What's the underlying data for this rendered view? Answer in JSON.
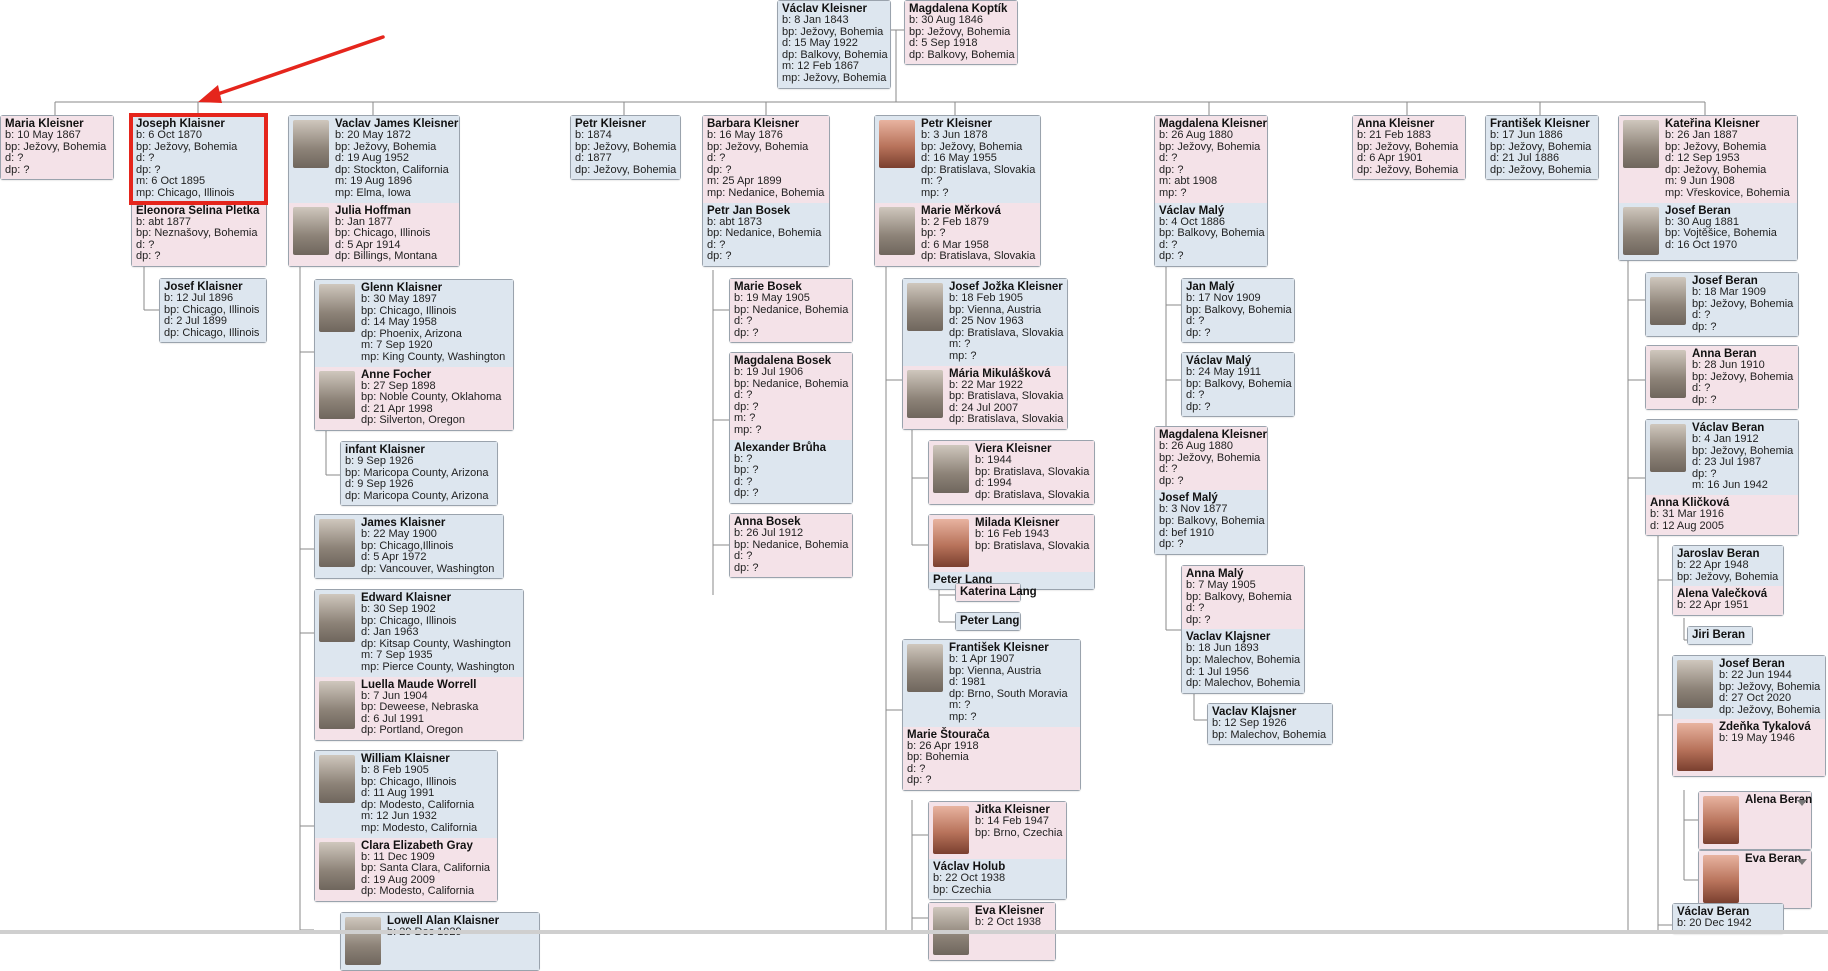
{
  "cards": [
    {
      "parts": [
        {
          "sex": "m",
          "name": "Václav Kleisner",
          "lines": [
            "b: 8 Jan 1843",
            "bp: Ježovy, Bohemia",
            "d: 15 May 1922",
            "dp: Balkovy, Bohemia",
            "m: 12 Feb 1867",
            "mp: Ježovy, Bohemia"
          ]
        }
      ]
    },
    {
      "parts": [
        {
          "sex": "f",
          "name": "Magdalena Koptík",
          "lines": [
            "b: 30 Aug 1846",
            "bp: Ježovy, Bohemia",
            "d: 5 Sep 1918",
            "dp: Balkovy, Bohemia"
          ]
        }
      ]
    },
    {
      "parts": [
        {
          "sex": "f",
          "name": "Maria Kleisner",
          "lines": [
            "b: 10 May 1867",
            "bp: Ježovy, Bohemia",
            "d: ?",
            "dp: ?"
          ]
        }
      ]
    },
    {
      "parts": [
        {
          "sex": "m",
          "name": "Joseph Klaisner",
          "lines": [
            "b: 6 Oct 1870",
            "bp: Ježovy, Bohemia",
            "d: ?",
            "dp: ?",
            "m: 6 Oct 1895",
            "mp: Chicago, Illinois"
          ]
        },
        {
          "sex": "f",
          "name": "Eleonora Selina Pletka",
          "lines": [
            "b: abt 1877",
            "bp: Neznašovy, Bohemia",
            "d: ?",
            "dp: ?"
          ]
        }
      ]
    },
    {
      "parts": [
        {
          "sex": "m",
          "name": "Josef Klaisner",
          "lines": [
            "b: 12 Jul 1896",
            "bp: Chicago, Illinois",
            "d: 2 Jul 1899",
            "dp: Chicago, Illinois"
          ]
        }
      ]
    },
    {
      "parts": [
        {
          "sex": "m",
          "photo": "grey",
          "name": "Vaclav James Kleisner",
          "lines": [
            "b: 20 May 1872",
            "bp: Ježovy, Bohemia",
            "d: 19 Aug 1952",
            "dp: Stockton, California",
            "m: 19 Aug 1896",
            "mp: Elma, Iowa"
          ]
        },
        {
          "sex": "f",
          "photo": "grey",
          "name": "Julia Hoffman",
          "lines": [
            "b: Jan 1877",
            "bp: Chicago, Illinois",
            "d: 5 Apr 1914",
            "dp: Billings, Montana"
          ]
        }
      ]
    },
    {
      "parts": [
        {
          "sex": "m",
          "photo": "grey",
          "name": "Glenn Klaisner",
          "lines": [
            "b: 30 May 1897",
            "bp: Chicago, Illinois",
            "d: 14 May 1958",
            "dp: Phoenix, Arizona",
            "m: 7 Sep 1920",
            "mp: King County, Washington"
          ]
        },
        {
          "sex": "f",
          "photo": "grey",
          "name": "Anne Focher",
          "lines": [
            "b: 27 Sep 1898",
            "bp: Noble County, Oklahoma",
            "d: 21 Apr 1998",
            "dp: Silverton, Oregon"
          ]
        }
      ]
    },
    {
      "parts": [
        {
          "sex": "m",
          "name": "infant Klaisner",
          "lines": [
            "b: 9 Sep 1926",
            "bp: Maricopa County, Arizona",
            "d: 9 Sep 1926",
            "dp: Maricopa County, Arizona"
          ]
        }
      ]
    },
    {
      "parts": [
        {
          "sex": "m",
          "photo": "grey",
          "name": "James Klaisner",
          "lines": [
            "b: 22 May 1900",
            "bp: Chicago,Illinois",
            "d: 5 Apr 1972",
            "dp: Vancouver, Washington"
          ]
        }
      ]
    },
    {
      "parts": [
        {
          "sex": "m",
          "photo": "grey",
          "name": "Edward Klaisner",
          "lines": [
            "b: 30 Sep 1902",
            "bp: Chicago, Illinois",
            "d: Jan 1963",
            "dp: Kitsap County, Washington",
            "m: 7 Sep 1935",
            "mp: Pierce County, Washington"
          ]
        },
        {
          "sex": "f",
          "photo": "grey",
          "name": "Luella Maude Worrell",
          "lines": [
            "b: 7 Jun 1904",
            "bp: Deweese, Nebraska",
            "d: 6 Jul 1991",
            "dp: Portland, Oregon"
          ]
        }
      ]
    },
    {
      "parts": [
        {
          "sex": "m",
          "photo": "grey",
          "name": "William Klaisner",
          "lines": [
            "b: 8 Feb 1905",
            "bp: Chicago, Illinois",
            "d: 11 Aug 1991",
            "dp: Modesto, California",
            "m: 12 Jun 1932",
            "mp: Modesto, California"
          ]
        },
        {
          "sex": "f",
          "photo": "grey",
          "name": "Clara Elizabeth Gray",
          "lines": [
            "b: 11 Dec 1909",
            "bp: Santa Clara, California",
            "d: 19 Aug 2009",
            "dp: Modesto, California"
          ]
        }
      ]
    },
    {
      "parts": [
        {
          "sex": "m",
          "photo": "grey",
          "name": "Lowell Alan Klaisner",
          "lines": [
            "b: 29 Dec 1929"
          ]
        }
      ]
    },
    {
      "parts": [
        {
          "sex": "m",
          "name": "Petr Kleisner",
          "lines": [
            "b: 1874",
            "bp: Ježovy, Bohemia",
            "d: 1877",
            "dp: Ježovy, Bohemia"
          ]
        }
      ]
    },
    {
      "parts": [
        {
          "sex": "f",
          "name": "Barbara Kleisner",
          "lines": [
            "b: 16 May 1876",
            "bp: Ježovy, Bohemia",
            "d: ?",
            "dp: ?",
            "m: 25 Apr 1899",
            "mp: Nedanice, Bohemia"
          ]
        },
        {
          "sex": "m",
          "name": "Petr Jan Bosek",
          "lines": [
            "b: abt 1873",
            "bp: Nedanice, Bohemia",
            "d: ?",
            "dp: ?"
          ]
        }
      ]
    },
    {
      "parts": [
        {
          "sex": "f",
          "name": "Marie Bosek",
          "lines": [
            "b: 19 May 1905",
            "bp: Nedanice, Bohemia",
            "d: ?",
            "dp: ?"
          ]
        }
      ]
    },
    {
      "parts": [
        {
          "sex": "f",
          "name": "Magdalena Bosek",
          "lines": [
            "b: 19 Jul 1906",
            "bp: Nedanice, Bohemia",
            "d: ?",
            "dp: ?",
            "m: ?",
            "mp: ?"
          ]
        },
        {
          "sex": "m",
          "name": "Alexander Brůha",
          "lines": [
            "b: ?",
            "bp: ?",
            "d: ?",
            "dp: ?"
          ]
        }
      ]
    },
    {
      "parts": [
        {
          "sex": "f",
          "name": "Anna Bosek",
          "lines": [
            "b: 26 Jul 1912",
            "bp: Nedanice, Bohemia",
            "d: ?",
            "dp: ?"
          ]
        }
      ]
    },
    {
      "parts": [
        {
          "sex": "m",
          "photo": "color",
          "name": "Petr Kleisner",
          "lines": [
            "b: 3 Jun 1878",
            "bp: Ježovy, Bohemia",
            "d: 16 May 1955",
            "dp: Bratislava, Slovakia",
            "m: ?",
            "mp: ?"
          ]
        },
        {
          "sex": "f",
          "photo": "grey",
          "name": "Marie Měrková",
          "lines": [
            "b: 2 Feb 1879",
            "bp: ?",
            "d: 6 Mar 1958",
            "dp: Bratislava, Slovakia"
          ]
        }
      ]
    },
    {
      "parts": [
        {
          "sex": "m",
          "photo": "grey",
          "name": "Josef Jožka Kleisner",
          "lines": [
            "b: 18 Feb 1905",
            "bp: Vienna, Austria",
            "d: 25 Nov 1963",
            "dp: Bratislava, Slovakia",
            "m: ?",
            "mp: ?"
          ]
        },
        {
          "sex": "f",
          "photo": "grey",
          "name": "Mária Mikulášková",
          "lines": [
            "b: 22 Mar 1922",
            "bp: Bratislava, Slovakia",
            "d: 24 Jul 2007",
            "dp: Bratislava, Slovakia"
          ]
        }
      ]
    },
    {
      "parts": [
        {
          "sex": "f",
          "photo": "grey",
          "name": "Viera Kleisner",
          "lines": [
            "b: 1944",
            "bp: Bratislava, Slovakia",
            "d: 1994",
            "dp: Bratislava, Slovakia"
          ]
        }
      ]
    },
    {
      "parts": [
        {
          "sex": "f",
          "photo": "color",
          "name": "Milada Kleisner",
          "lines": [
            "b: 16 Feb 1943",
            "bp: Bratislava, Slovakia"
          ]
        },
        {
          "sex": "m",
          "name": "Peter Lang",
          "lines": []
        }
      ]
    },
    {
      "parts": [
        {
          "sex": "f",
          "name": "Katerina Lang",
          "lines": []
        }
      ]
    },
    {
      "parts": [
        {
          "sex": "m",
          "name": "Peter Lang",
          "lines": []
        }
      ]
    },
    {
      "parts": [
        {
          "sex": "m",
          "photo": "grey",
          "name": "František Kleisner",
          "lines": [
            "b: 1 Apr 1907",
            "bp: Vienna, Austria",
            "d: 1981",
            "dp: Brno, South Moravia",
            "m: ?",
            "mp: ?"
          ]
        },
        {
          "sex": "f",
          "name": "Marie Štouračа",
          "lines": [
            "b: 26 Apr 1918",
            "bp: Bohemia",
            "d: ?",
            "dp: ?"
          ]
        }
      ]
    },
    {
      "parts": [
        {
          "sex": "f",
          "photo": "color",
          "name": "Jitka Kleisner",
          "lines": [
            "b: 14 Feb 1947",
            "bp: Brno, Czechia"
          ]
        },
        {
          "sex": "m",
          "name": "Václav Holub",
          "lines": [
            "b: 22 Oct 1938",
            "bp: Czechia"
          ]
        }
      ]
    },
    {
      "parts": [
        {
          "sex": "f",
          "photo": "grey",
          "name": "Eva Kleisner",
          "lines": [
            "b: 2 Oct 1938"
          ]
        }
      ]
    },
    {
      "parts": [
        {
          "sex": "f",
          "name": "Magdalena Kleisner",
          "lines": [
            "b: 26 Aug 1880",
            "bp: Ježovy, Bohemia",
            "d: ?",
            "dp: ?",
            "m: abt 1908",
            "mp: ?"
          ]
        },
        {
          "sex": "m",
          "name": "Václav Malý",
          "lines": [
            "b: 4 Oct 1886",
            "bp: Balkovy, Bohemia",
            "d: ?",
            "dp: ?"
          ]
        }
      ]
    },
    {
      "parts": [
        {
          "sex": "m",
          "name": "Jan Malý",
          "lines": [
            "b: 17 Nov 1909",
            "bp: Balkovy, Bohemia",
            "d: ?",
            "dp: ?"
          ]
        }
      ]
    },
    {
      "parts": [
        {
          "sex": "m",
          "name": "Václav Malý",
          "lines": [
            "b: 24 May 1911",
            "bp: Balkovy, Bohemia",
            "d: ?",
            "dp: ?"
          ]
        }
      ]
    },
    {
      "parts": [
        {
          "sex": "f",
          "name": "Magdalena Kleisner",
          "lines": [
            "b: 26 Aug 1880",
            "bp: Ježovy, Bohemia",
            "d: ?",
            "dp: ?"
          ]
        },
        {
          "sex": "m",
          "name": "Josef Malý",
          "lines": [
            "b: 3 Nov 1877",
            "bp: Balkovy, Bohemia",
            "d: bef 1910",
            "dp: ?"
          ]
        }
      ]
    },
    {
      "parts": [
        {
          "sex": "f",
          "name": "Anna Malý",
          "lines": [
            "b: 7 May 1905",
            "bp: Balkovy, Bohemia",
            "d: ?",
            "dp: ?"
          ]
        },
        {
          "sex": "m",
          "name": "Vaclav Klajsner",
          "lines": [
            "b: 18 Jun 1893",
            "bp: Malechov, Bohemia",
            "d: 1 Jul 1956",
            "dp: Malechov, Bohemia"
          ]
        }
      ]
    },
    {
      "parts": [
        {
          "sex": "m",
          "name": "Vaclav Klajsner",
          "lines": [
            "b: 12 Sep 1926",
            "bp: Malechov, Bohemia"
          ]
        }
      ]
    },
    {
      "parts": [
        {
          "sex": "f",
          "name": "Anna Kleisner",
          "lines": [
            "b: 21 Feb 1883",
            "bp: Ježovy, Bohemia",
            "d: 6 Apr 1901",
            "dp: Ježovy, Bohemia"
          ]
        }
      ]
    },
    {
      "parts": [
        {
          "sex": "m",
          "name": "František Kleisner",
          "lines": [
            "b: 17 Jun 1886",
            "bp: Ježovy, Bohemia",
            "d: 21 Jul 1886",
            "dp: Ježovy, Bohemia"
          ]
        }
      ]
    },
    {
      "parts": [
        {
          "sex": "f",
          "photo": "grey",
          "name": "Kateřina Kleisner",
          "lines": [
            "b: 26 Jan 1887",
            "bp: Ježovy, Bohemia",
            "d: 12 Sep 1953",
            "dp: Ježovy, Bohemia",
            "m: 9 Jun 1908",
            "mp: Vřeskovice, Bohemia"
          ]
        },
        {
          "sex": "m",
          "photo": "grey",
          "name": "Josef Beran",
          "lines": [
            "b: 30 Aug 1881",
            "bp: Vojtěšice, Bohemia",
            "d: 16 Oct 1970"
          ]
        }
      ]
    },
    {
      "parts": [
        {
          "sex": "m",
          "photo": "grey",
          "name": "Josef Beran",
          "lines": [
            "b: 18 Mar 1909",
            "bp: Ježovy, Bohemia",
            "d: ?",
            "dp: ?"
          ]
        }
      ]
    },
    {
      "parts": [
        {
          "sex": "f",
          "photo": "grey",
          "name": "Anna Beran",
          "lines": [
            "b: 28 Jun 1910",
            "bp: Ježovy, Bohemia",
            "d: ?",
            "dp: ?"
          ]
        }
      ]
    },
    {
      "parts": [
        {
          "sex": "m",
          "photo": "grey",
          "name": "Václav Beran",
          "lines": [
            "b: 4 Jan 1912",
            "bp: Ježovy, Bohemia",
            "d: 23 Jul 1987",
            "dp: ?",
            "m: 16 Jun 1942"
          ]
        },
        {
          "sex": "f",
          "name": "Anna Kličková",
          "lines": [
            "b: 31 Mar 1916",
            "d: 12 Aug 2005"
          ]
        }
      ]
    },
    {
      "parts": [
        {
          "sex": "m",
          "name": "Jaroslav Beran",
          "lines": [
            "b: 22 Apr 1948",
            "bp: Ježovy, Bohemia"
          ]
        },
        {
          "sex": "f",
          "name": "Alena Valečková",
          "lines": [
            "b: 22 Apr 1951"
          ]
        }
      ]
    },
    {
      "parts": [
        {
          "sex": "m",
          "name": "Jiri Beran",
          "lines": []
        }
      ]
    },
    {
      "parts": [
        {
          "sex": "m",
          "photo": "grey",
          "name": "Josef Beran",
          "lines": [
            "b: 22 Jun 1944",
            "bp: Ježovy, Bohemia",
            "d: 27 Oct 2020",
            "dp: Ježovy, Bohemia"
          ]
        },
        {
          "sex": "f",
          "photo": "color",
          "name": "Zdeňka Tykalová",
          "lines": [
            "b: 19 May 1946"
          ]
        }
      ]
    },
    {
      "parts": [
        {
          "sex": "f",
          "photo": "color",
          "name": "Alena Beran",
          "lines": [],
          "menu": true
        }
      ]
    },
    {
      "parts": [
        {
          "sex": "f",
          "photo": "color",
          "name": "Eva Beran",
          "lines": [],
          "menu": true
        }
      ]
    },
    {
      "parts": [
        {
          "sex": "m",
          "name": "Václav Beran",
          "lines": [
            "b: 20 Dec 1942"
          ]
        }
      ]
    }
  ]
}
